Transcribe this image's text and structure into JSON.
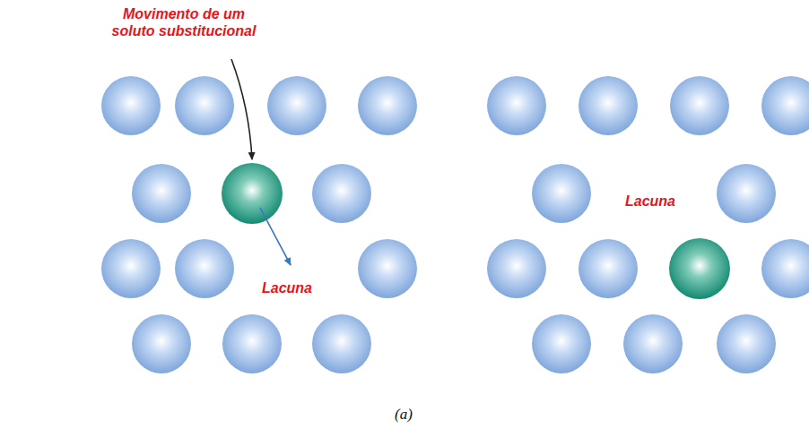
{
  "diagram": {
    "labels": [
      "Movimento de um soluto substitucional",
      "Lacuna",
      "Lacuna",
      "(a)"
    ]
  }
}
